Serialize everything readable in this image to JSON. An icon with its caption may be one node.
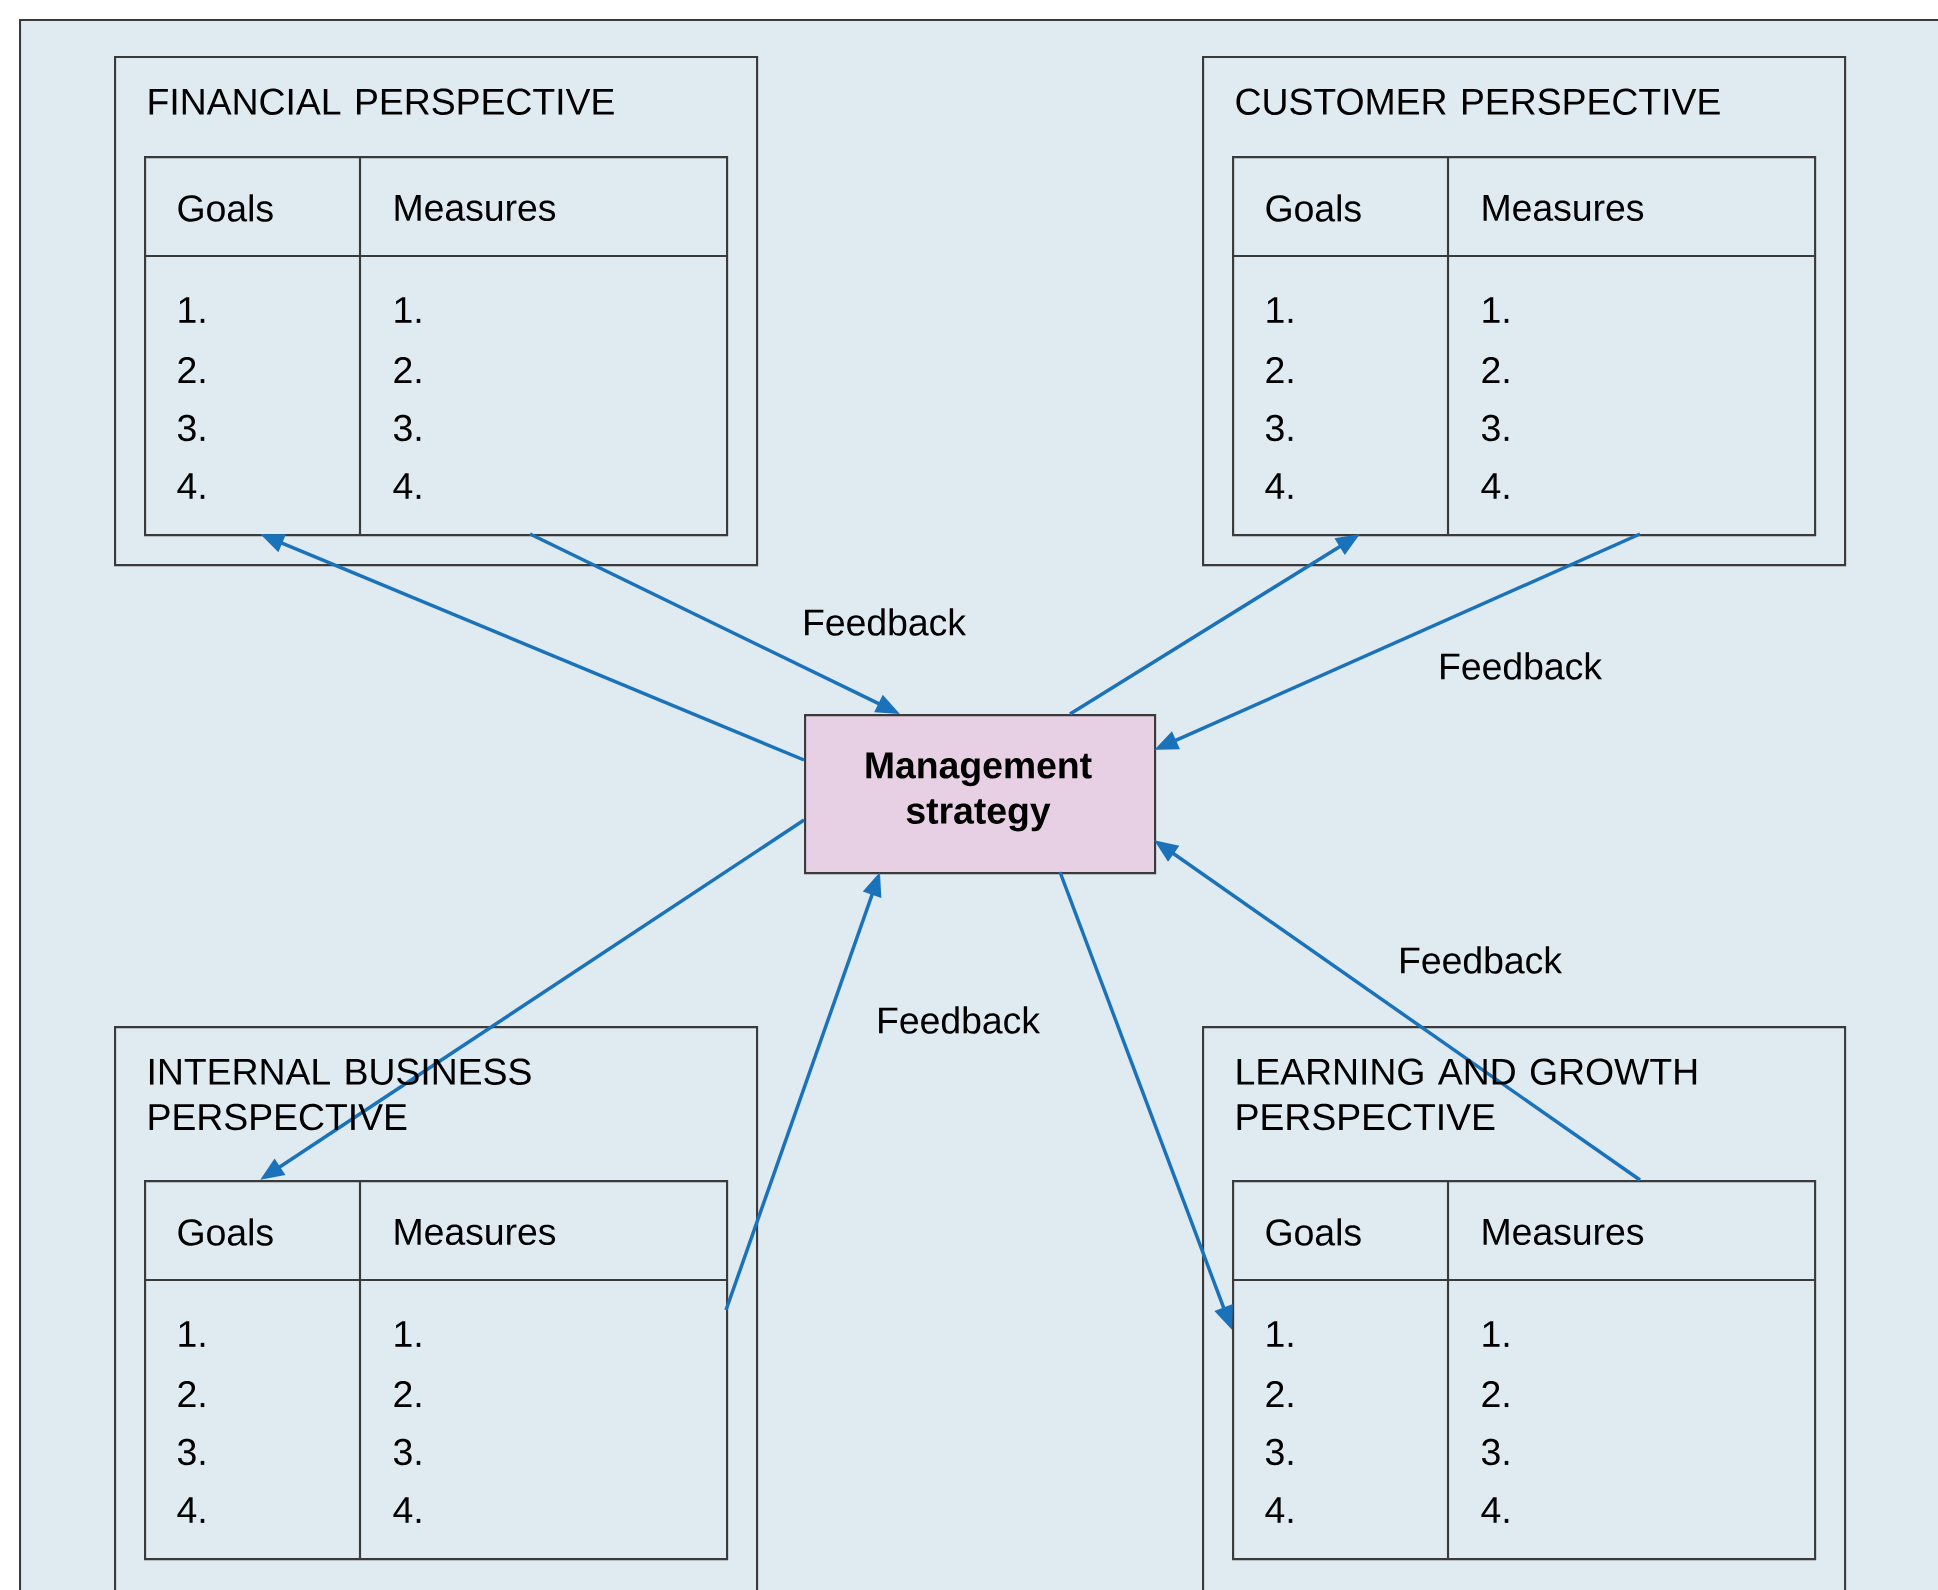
{
  "diagram": {
    "nodes": [
      {
        "text": [
          "FINANCIAL PERSPECTIVE"
        ]
      },
      {
        "text": [
          "Goals",
          "Measures",
          "1.",
          "1.",
          "2.",
          "2.",
          "3.",
          "3.",
          "4.",
          "4."
        ],
        "in": 0
      },
      {
        "text": [
          "CUSTOMER PERSPECTIVE"
        ]
      },
      {
        "text": [
          "Goals",
          "Measures",
          "1.",
          "1.",
          "2.",
          "2.",
          "3.",
          "3.",
          "4.",
          "4."
        ],
        "in": 2
      },
      {
        "text": [
          "Management strategy"
        ]
      },
      {
        "text": [
          "INTERNAL BUSINESS PERSPECTIVE"
        ]
      },
      {
        "text": [
          "Goals",
          "Measures",
          "1.",
          "1.",
          "2.",
          "2.",
          "3.",
          "3.",
          "4.",
          "4."
        ],
        "in": 5
      },
      {
        "text": [
          "LEARNING AND GROWTH PERSPECTIVE"
        ]
      },
      {
        "text": [
          "Goals",
          "Measures",
          "1.",
          "1.",
          "2.",
          "2.",
          "3.",
          "3.",
          "4.",
          "4."
        ],
        "in": 7
      }
    ],
    "edges": [
      {
        "from": 4,
        "to": 1,
        "arrow": "to"
      },
      {
        "from": 1,
        "to": 4,
        "arrow": "to",
        "label": "Feedback"
      },
      {
        "from": 4,
        "to": 3,
        "arrow": "to"
      },
      {
        "from": 3,
        "to": 4,
        "arrow": "to",
        "label": "Feedback"
      },
      {
        "from": 4,
        "to": 6,
        "arrow": "to"
      },
      {
        "from": 6,
        "to": 4,
        "arrow": "to",
        "label": "Feedback"
      },
      {
        "from": 4,
        "to": 8,
        "arrow": "to"
      },
      {
        "from": 8,
        "to": 4,
        "arrow": "to",
        "label": "Feedback"
      }
    ]
  }
}
